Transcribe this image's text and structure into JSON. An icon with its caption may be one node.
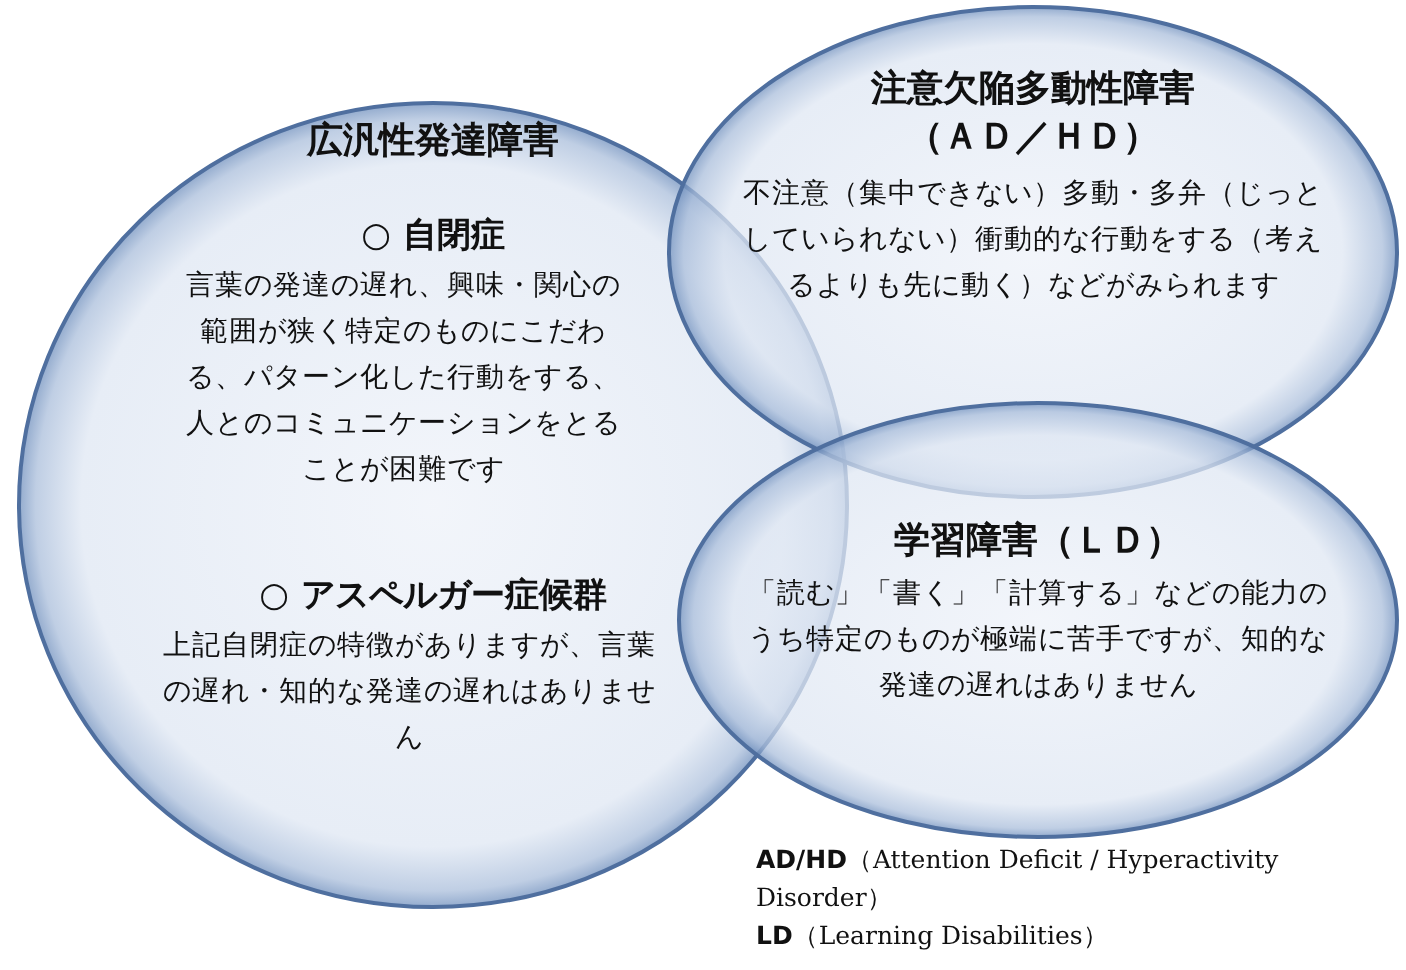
{
  "diagram": {
    "nodes": [
      {
        "text": [
          "広汎性発達障害",
          "○ 自閉症",
          "言葉の発達の遅れ、興味・関心の範囲が狭く特定のものにこだわる、パターン化した行動をする、人とのコミュニケーションをとることが困難です",
          "○ アスペルガー症候群",
          "上記自閉症の特徴がありますが、言葉の遅れ・知的な発達の遅れはありません"
        ]
      },
      {
        "text": [
          "注意欠陥多動性障害（ＡＤ／ＨＤ）",
          "不注意（集中できない）多動・多弁（じっとしていられない）衝動的な行動をする（考えるよりも先に動く）などがみられます"
        ]
      },
      {
        "text": [
          "学習障害（ＬＤ）",
          "「読む」「書く」「計算する」などの能力のうち特定のものが極端に苦手ですが、知的な発達の遅れはありません"
        ]
      }
    ],
    "labels": [
      "**AD/HD**（Attention Deficit / Hyperactivity Disorder）",
      "**LD**（Learning Disabilities）"
    ]
  }
}
